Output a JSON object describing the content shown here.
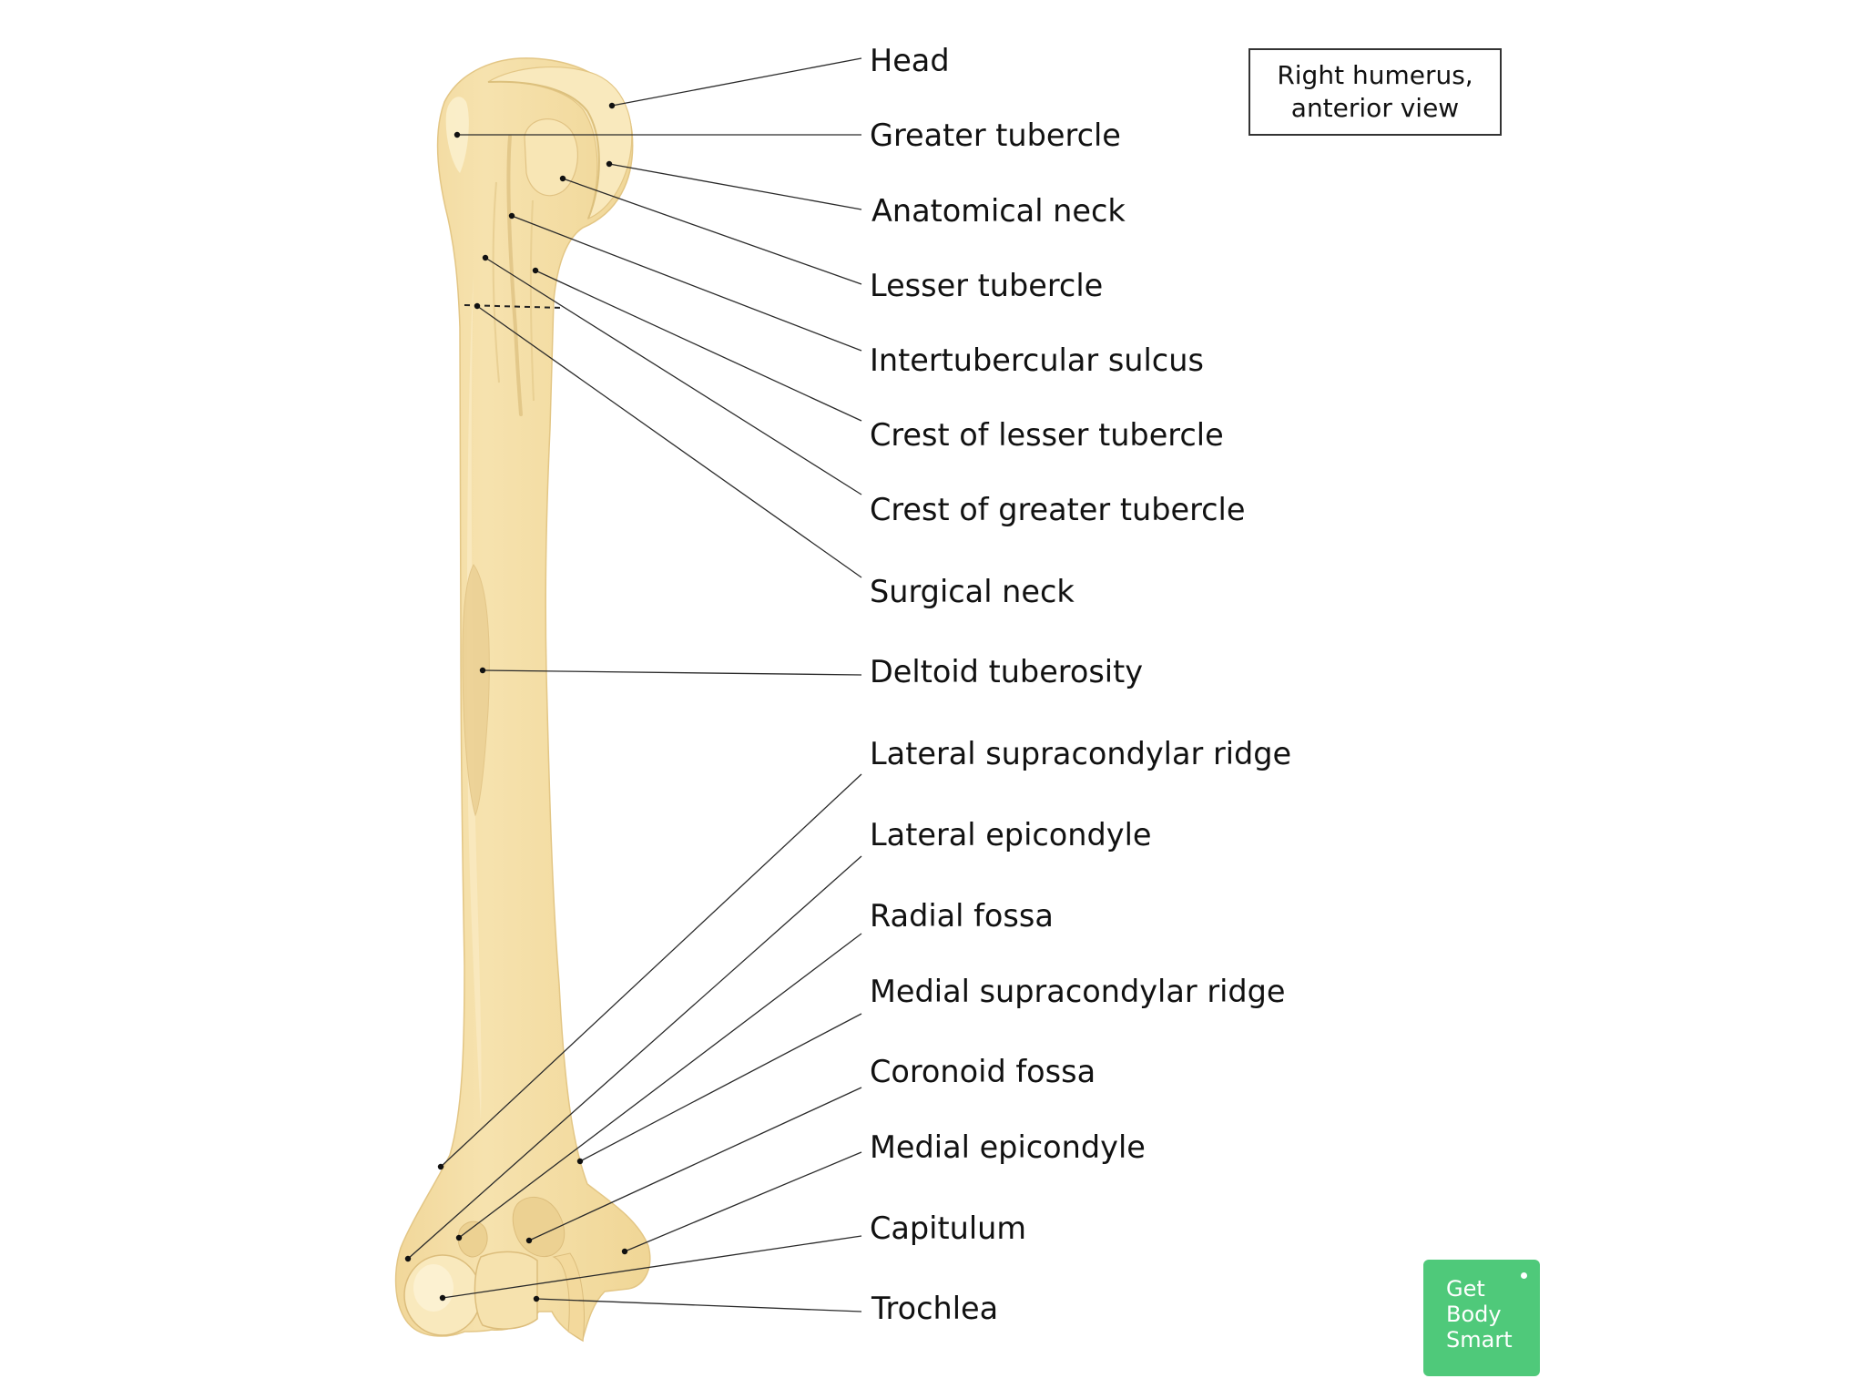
{
  "title": {
    "line1": "Right humerus,",
    "line2": "anterior view"
  },
  "labels": [
    {
      "id": "head",
      "text": "Head"
    },
    {
      "id": "greater-tubercle",
      "text": "Greater tubercle"
    },
    {
      "id": "anatomical-neck",
      "text": "Anatomical neck"
    },
    {
      "id": "lesser-tubercle",
      "text": "Lesser tubercle"
    },
    {
      "id": "intertubercular-sulcus",
      "text": "Intertubercular sulcus"
    },
    {
      "id": "crest-of-lesser-tubercle",
      "text": "Crest of lesser tubercle"
    },
    {
      "id": "crest-of-greater-tubercle",
      "text": "Crest of greater tubercle"
    },
    {
      "id": "surgical-neck",
      "text": "Surgical neck"
    },
    {
      "id": "deltoid-tuberosity",
      "text": "Deltoid tuberosity"
    },
    {
      "id": "lateral-supracondylar-ridge",
      "text": "Lateral supracondylar ridge"
    },
    {
      "id": "lateral-epicondyle",
      "text": "Lateral epicondyle"
    },
    {
      "id": "radial-fossa",
      "text": "Radial fossa"
    },
    {
      "id": "medial-supracondylar-ridge",
      "text": "Medial supracondylar ridge"
    },
    {
      "id": "coronoid-fossa",
      "text": "Coronoid fossa"
    },
    {
      "id": "medial-epicondyle",
      "text": "Medial epicondyle"
    },
    {
      "id": "capitulum",
      "text": "Capitulum"
    },
    {
      "id": "trochlea",
      "text": "Trochlea"
    }
  ],
  "logo": {
    "line1": "Get",
    "line2": "Body",
    "line3": "Smart"
  },
  "colors": {
    "bone": "#f4dea6",
    "bone_highlight": "#fbefcc",
    "bone_shadow": "#e4c98a",
    "logo_green": "#4fc97a"
  }
}
